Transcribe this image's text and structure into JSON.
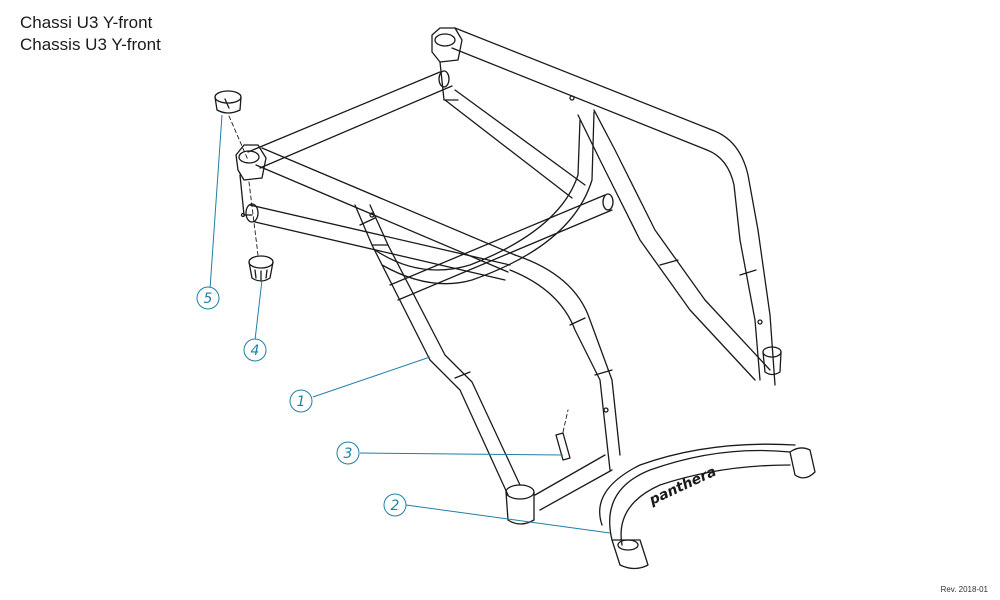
{
  "title": {
    "line1": "Chassi U3 Y-front",
    "line2": "Chassis U3 Y-front"
  },
  "revision": "Rev. 2018-01",
  "brand_text": "panthera",
  "colors": {
    "line": "#1a1a1a",
    "callout": "#1f7fa6",
    "background": "#ffffff"
  },
  "callouts": [
    {
      "number": "1"
    },
    {
      "number": "2"
    },
    {
      "number": "3"
    },
    {
      "number": "4"
    },
    {
      "number": "5"
    }
  ]
}
